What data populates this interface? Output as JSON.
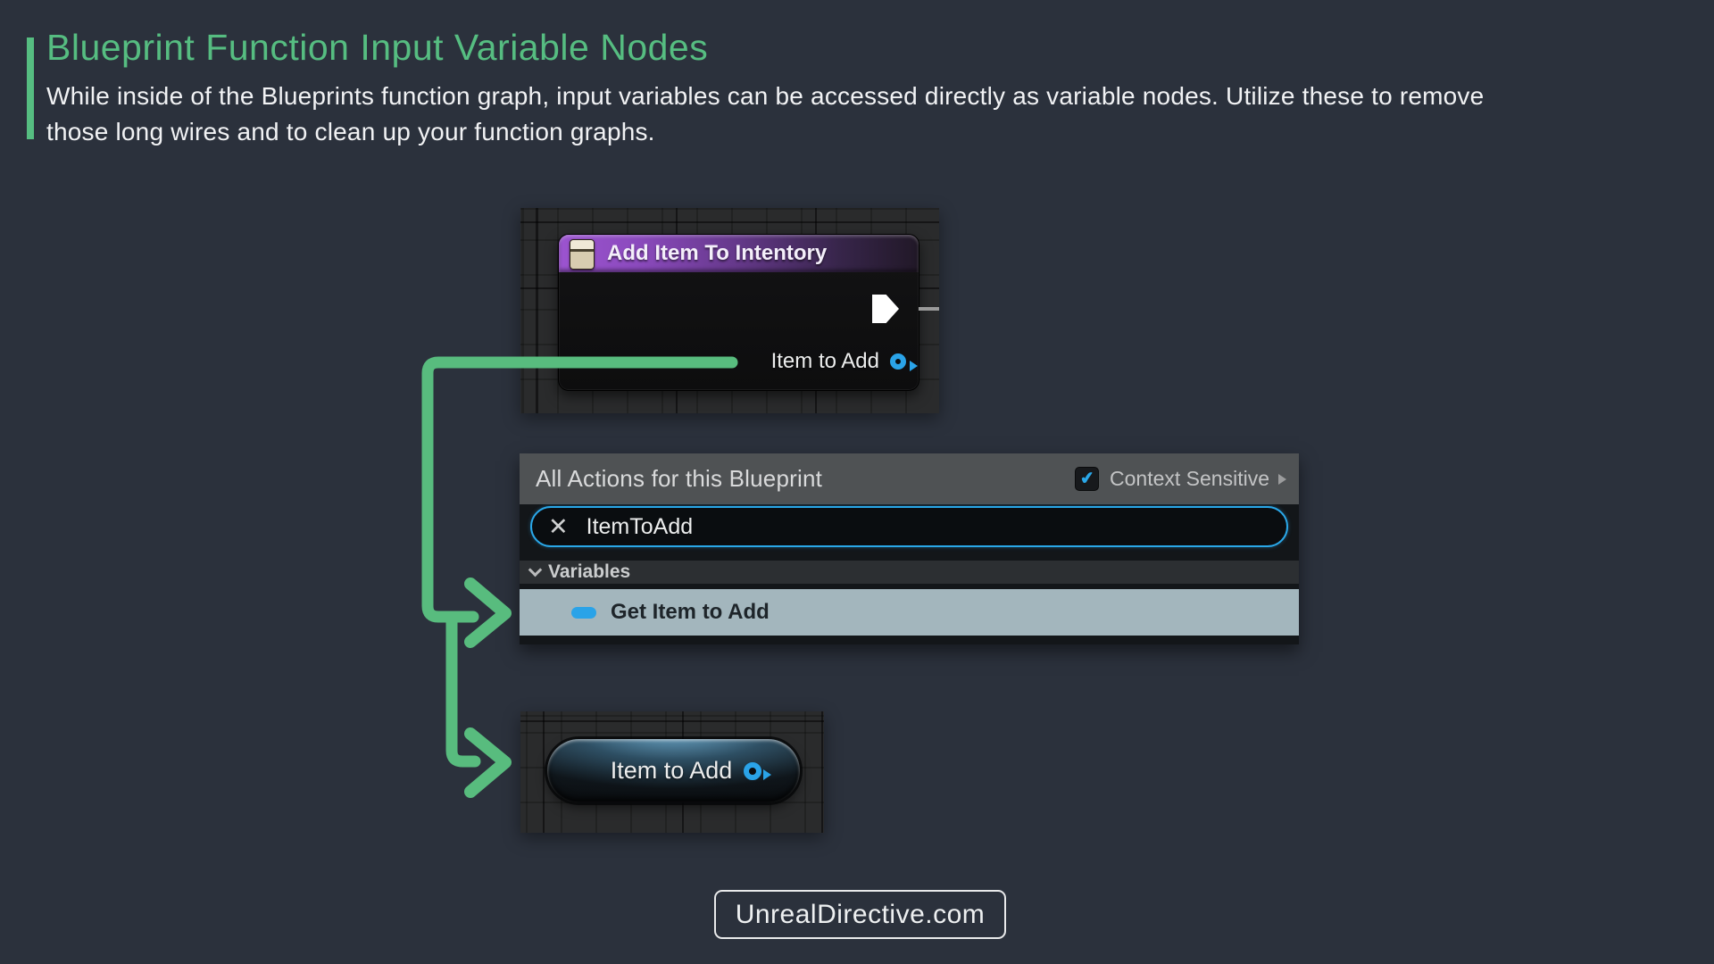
{
  "colors": {
    "page_bg": "#2b313c",
    "accent_green": "#56bd81",
    "arrow_green": "#58bc7e",
    "pin_blue": "#2aa3e8",
    "search_border_blue": "#2aa7e8",
    "selected_row_bg": "#a3b6bd",
    "node_header_purple": "#9c54d0"
  },
  "header": {
    "title": "Blueprint Function Input Variable Nodes",
    "description_line1": "While inside of the Blueprints function graph, input variables can be accessed directly as variable nodes. Utilize these to remove",
    "description_line2": "those long wires and to clean up your function graphs."
  },
  "function_node": {
    "title": "Add Item To Intentory",
    "input_pin_label": "Item to Add"
  },
  "action_menu": {
    "title": "All Actions for this Blueprint",
    "context_sensitive_label": "Context Sensitive",
    "context_sensitive_checked": true,
    "search_value": "ItemToAdd",
    "category_label": "Variables",
    "result_label": "Get Item to Add"
  },
  "variable_node": {
    "label": "Item to Add"
  },
  "footer": {
    "site_label": "UnrealDirective.com"
  },
  "icons": {
    "clear_search": "✕",
    "check": "✔"
  }
}
